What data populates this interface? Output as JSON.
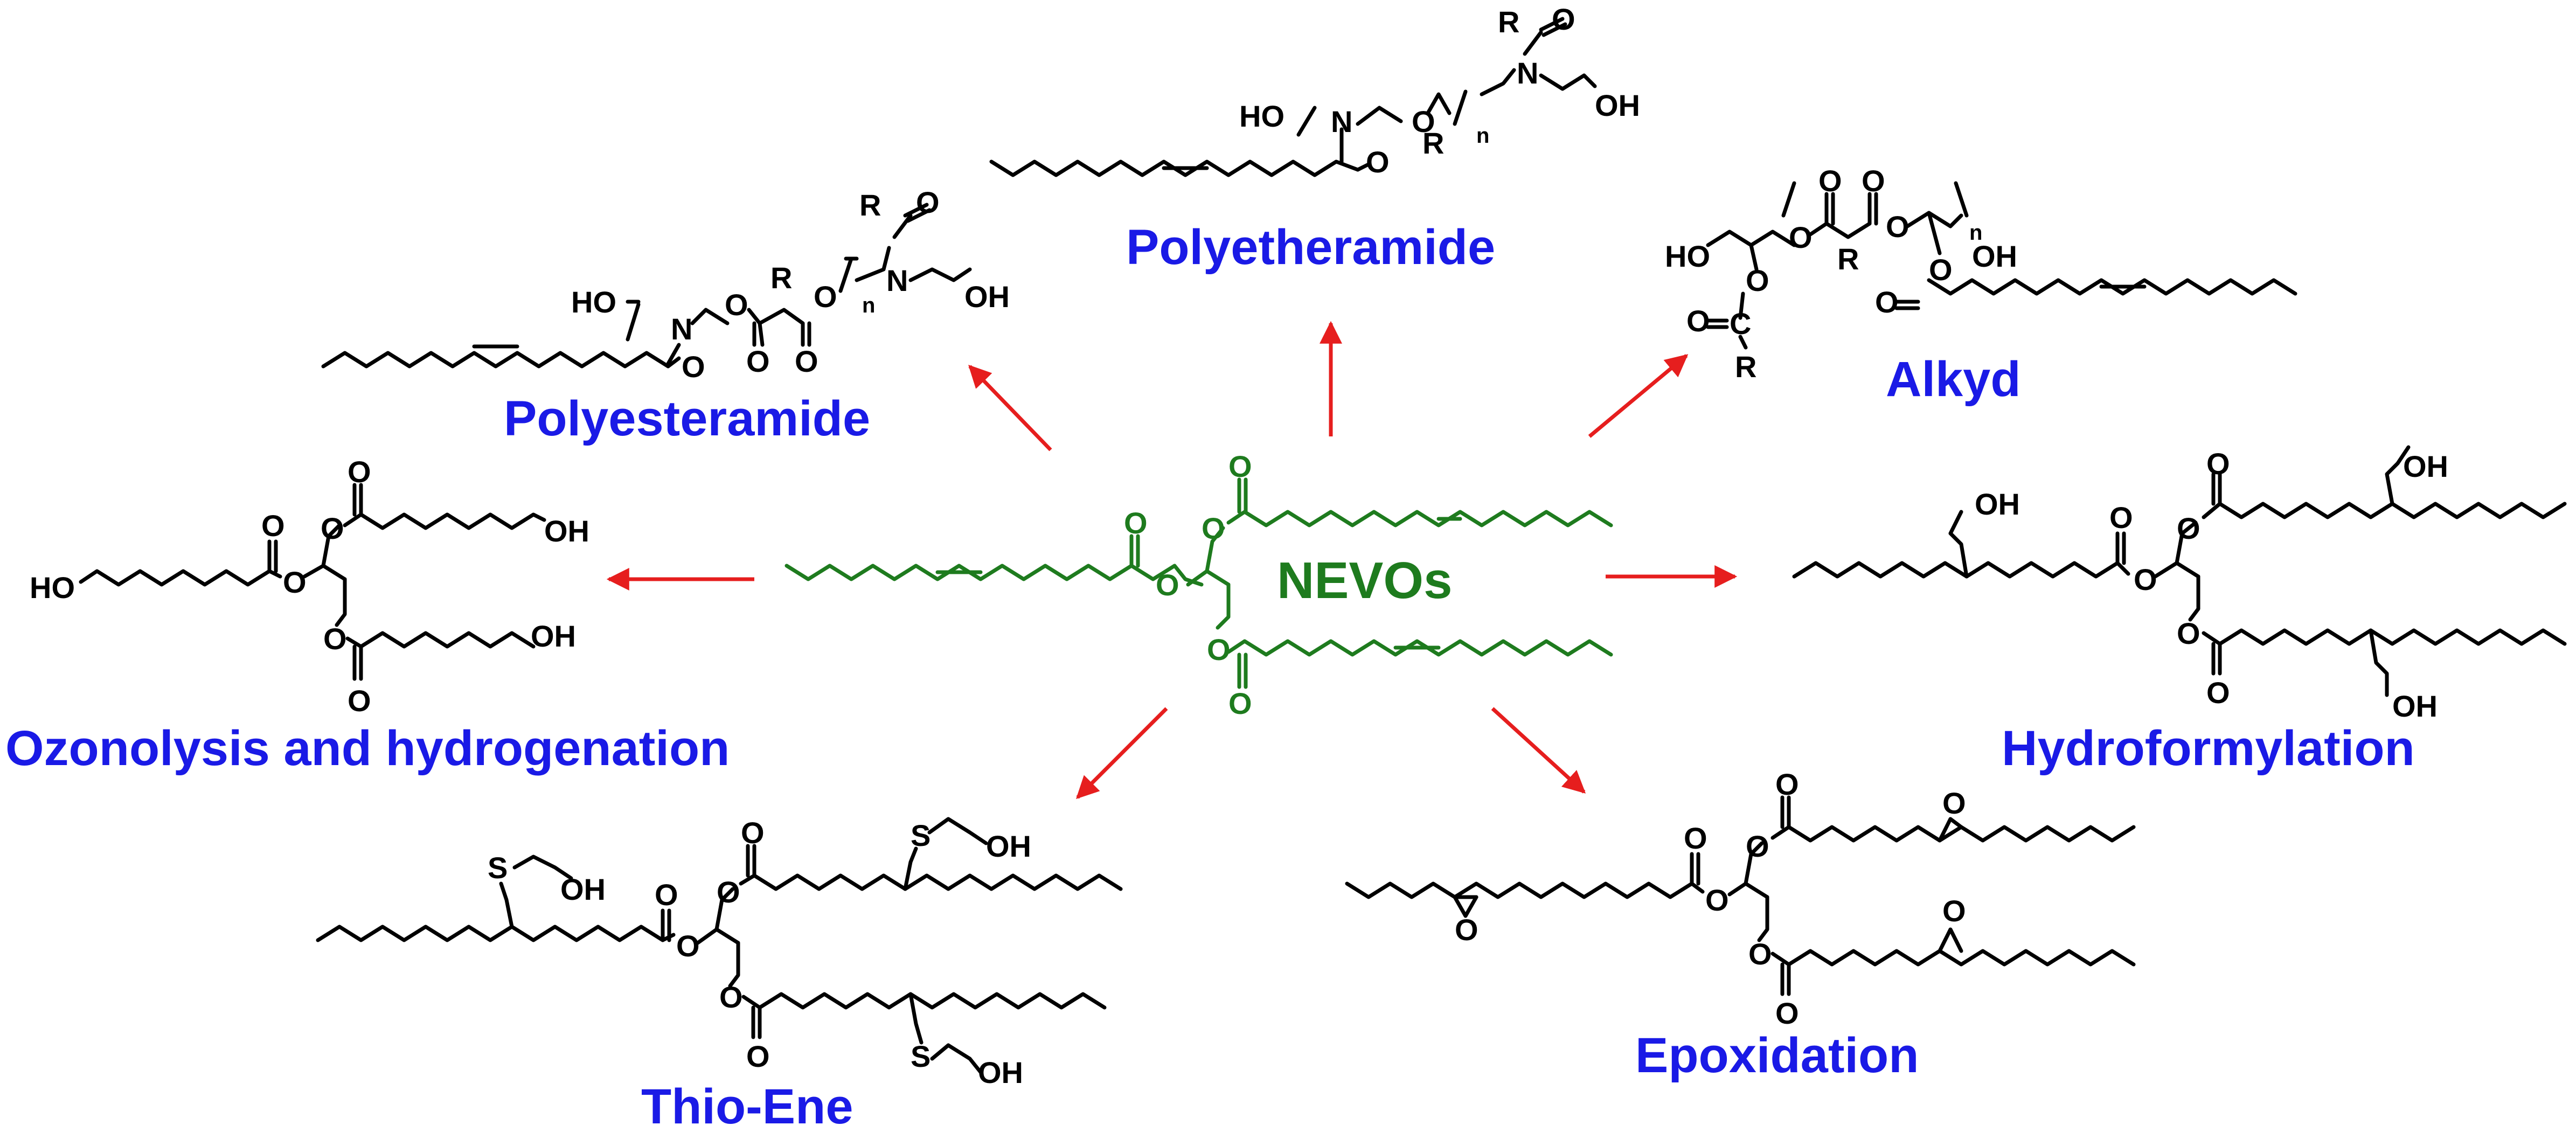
{
  "center": {
    "label": "NEVOs",
    "color": "#1e7b1e"
  },
  "labels": {
    "polyesteramide": "Polyesteramide",
    "polyetheramide": "Polyetheramide",
    "alkyd": "Alkyd",
    "ozonolysis": "Ozonolysis and hydrogenation",
    "hydroformylation": "Hydroformylation",
    "thio_ene": "Thio-Ene",
    "epoxidation": "Epoxidation"
  },
  "atoms": {
    "o": "O",
    "oh": "OH",
    "ho": "HO",
    "n": "N",
    "r": "R",
    "s": "S",
    "c": "C",
    "n_sub": "n"
  },
  "colors": {
    "label": "#1a1ae6",
    "arrow": "#e61e1e",
    "structure": "#000000",
    "center": "#1e7b1e"
  }
}
